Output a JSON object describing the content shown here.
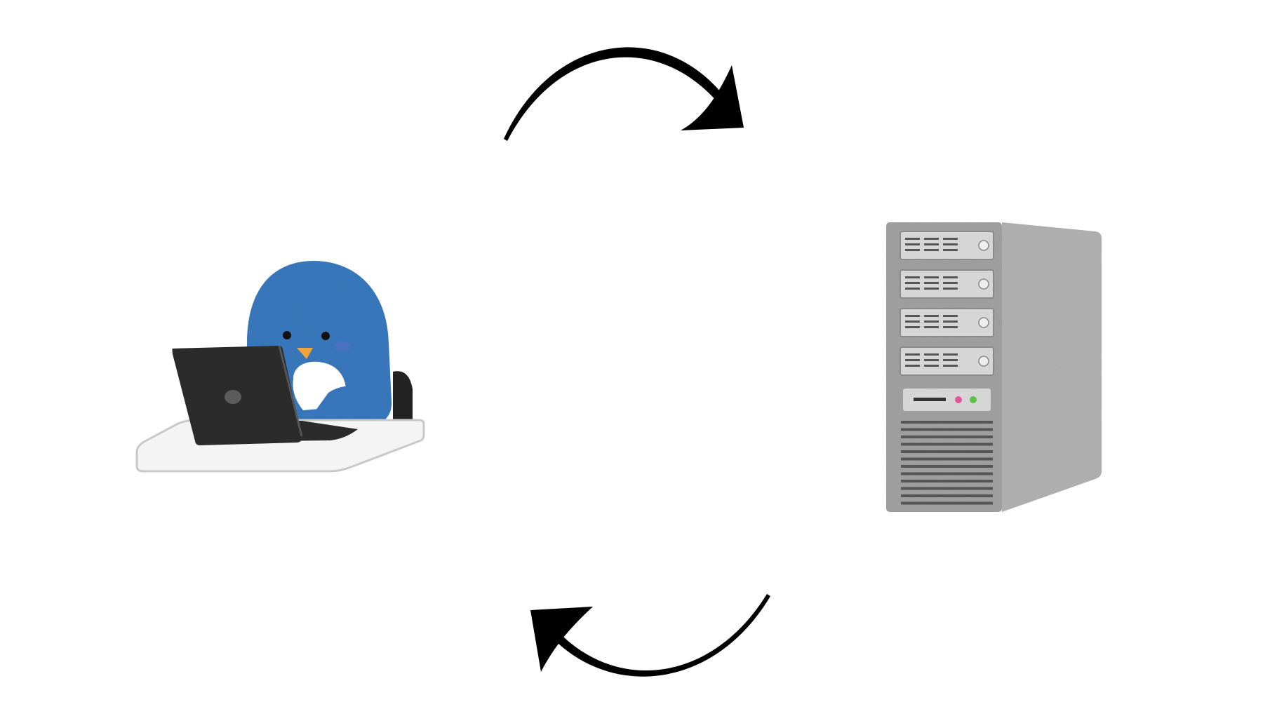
{
  "diagram": {
    "background": "#ffffff",
    "nodes": [
      {
        "id": "client",
        "icon": "penguin-using-laptop-icon"
      },
      {
        "id": "server",
        "icon": "server-tower-icon"
      }
    ],
    "edges": [
      {
        "from": "client",
        "to": "server",
        "label": ""
      },
      {
        "from": "server",
        "to": "client",
        "label": ""
      }
    ],
    "colors": {
      "arrow": "#000000",
      "penguin_body": "#3a79bf",
      "penguin_belly": "#ffffff",
      "penguin_beak": "#f0a43a",
      "laptop": "#2b2b2b",
      "laptop_logo": "#5c5c5c",
      "desk": "#f4f4f4",
      "desk_outline": "#c9c9c9",
      "chair": "#222222",
      "server_front": "#a3a3a3",
      "server_side": "#b3b3b3",
      "server_bay": "#d6d6d6",
      "server_vent": "#555555",
      "led_pink": "#e0569a",
      "led_green": "#5bbf4a"
    }
  }
}
